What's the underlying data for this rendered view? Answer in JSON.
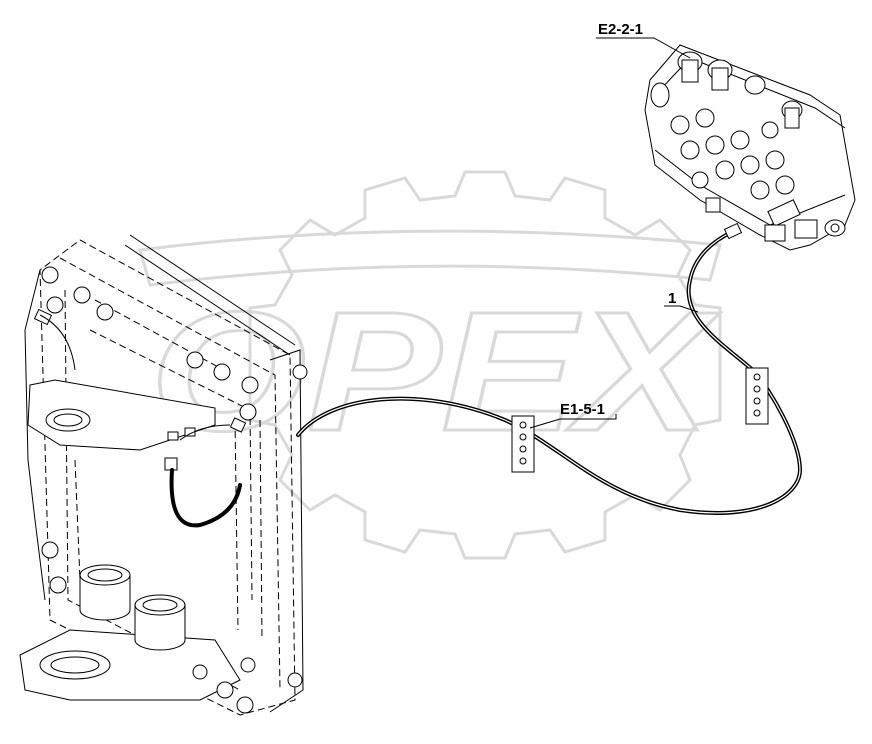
{
  "callouts": {
    "valve_block": "E2-2-1",
    "hose": "1",
    "clamp": "E1-5-1"
  },
  "watermark": "OPEX",
  "colors": {
    "line": "#000000",
    "watermark": "#d9d9d9",
    "background": "#ffffff"
  }
}
